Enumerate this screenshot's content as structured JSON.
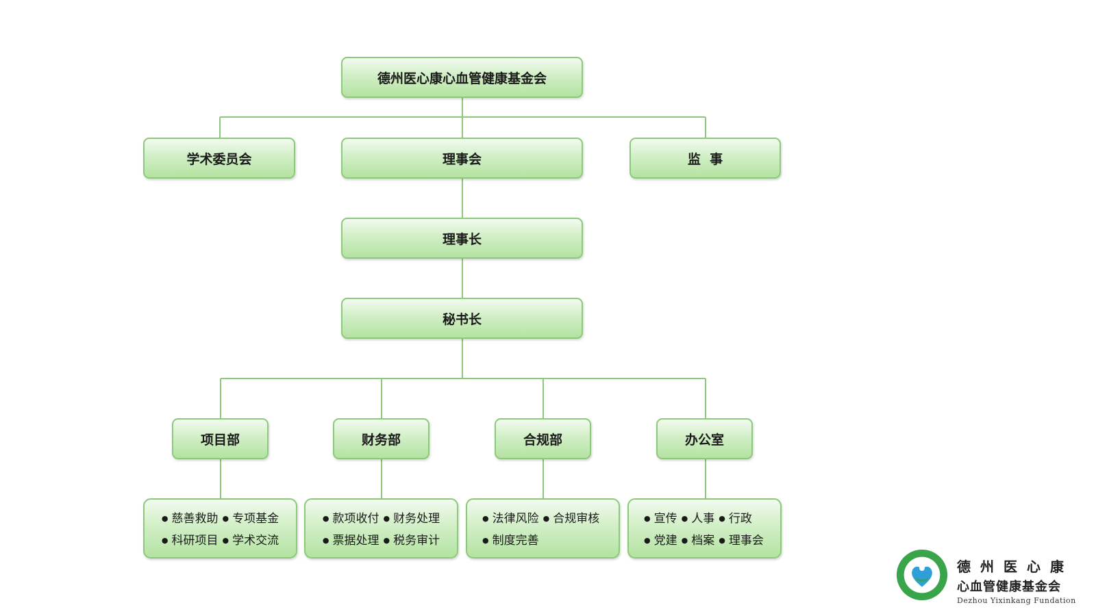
{
  "colors": {
    "box_border": "#8cc97a",
    "box_fill_top": "#f2fbef",
    "box_fill_bottom": "#b4e3a2",
    "connector": "#8cc97a",
    "logo_green": "#3aa44a",
    "logo_blue": "#2f9fd8"
  },
  "org": {
    "root": "德州医心康心血管健康基金会",
    "level2": {
      "academic": "学术委员会",
      "council": "理事会",
      "supervisor": "监  事"
    },
    "chairman": "理事长",
    "secretary": "秘书长",
    "departments": {
      "project": {
        "name": "项目部",
        "items": [
          "慈善救助",
          "专项基金",
          "科研项目",
          "学术交流"
        ]
      },
      "finance": {
        "name": "财务部",
        "items": [
          "款项收付",
          "财务处理",
          "票据处理",
          "税务审计"
        ]
      },
      "compliance": {
        "name": "合规部",
        "items": [
          "法律风险",
          "合规审核",
          "制度完善"
        ]
      },
      "office": {
        "name": "办公室",
        "items": [
          "宣传",
          "人事",
          "行政",
          "党建",
          "档案",
          "理事会"
        ]
      }
    }
  },
  "logo": {
    "name_line1": "德州医心康",
    "name_line2": "心血管健康基金会",
    "name_en": "Dezhou Yixinkang Fundation"
  }
}
